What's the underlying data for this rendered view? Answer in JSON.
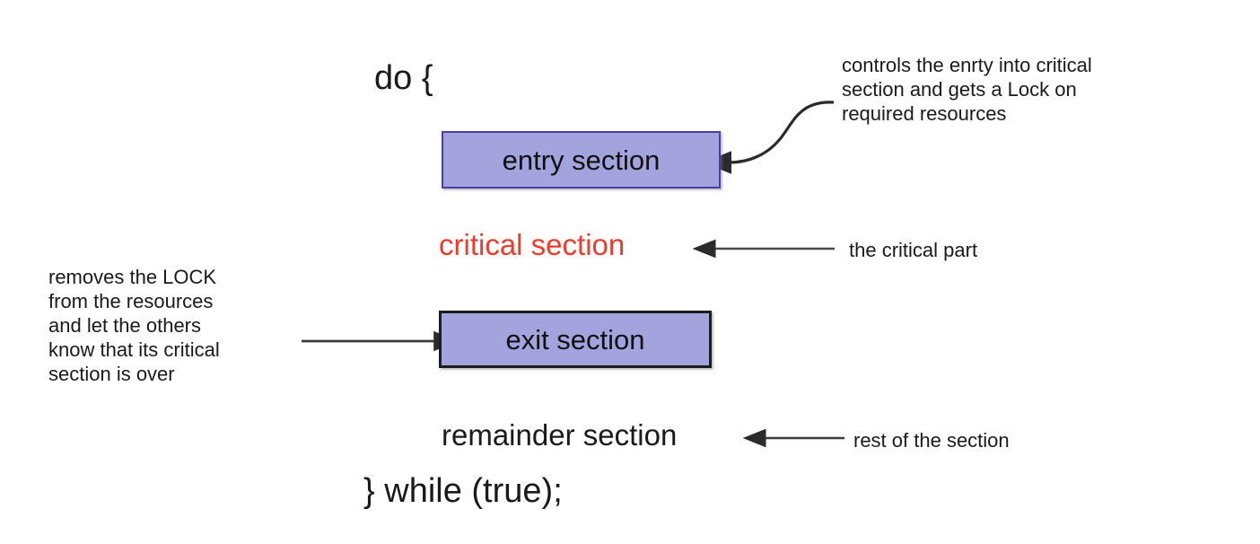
{
  "diagram": {
    "title_text_color": "#1a1a1a",
    "box_fill": "#a3a3de",
    "critical_color": "#ef3b2c",
    "arrow_color": "#2b2b2b",
    "code": {
      "do_open": "do {",
      "while_close": "} while (true);"
    },
    "sections": [
      {
        "id": "entry",
        "label": "entry section",
        "style": "box"
      },
      {
        "id": "critical",
        "label": "critical section",
        "style": "text"
      },
      {
        "id": "exit",
        "label": "exit section",
        "style": "box"
      },
      {
        "id": "remainder",
        "label": "remainder section",
        "style": "text"
      }
    ],
    "annotations": {
      "entry": {
        "lines": [
          "controls the enrty into critical",
          "section and gets a Lock on",
          "required resources"
        ],
        "arrow": "curved-left"
      },
      "critical": {
        "lines": [
          "the critical part"
        ],
        "arrow": "straight-left"
      },
      "exit": {
        "lines": [
          "removes the LOCK",
          "from the resources",
          "and let the others",
          "know that its critical",
          "section is over"
        ],
        "arrow": "straight-right"
      },
      "remainder": {
        "lines": [
          "rest of the section"
        ],
        "arrow": "straight-left"
      }
    }
  }
}
